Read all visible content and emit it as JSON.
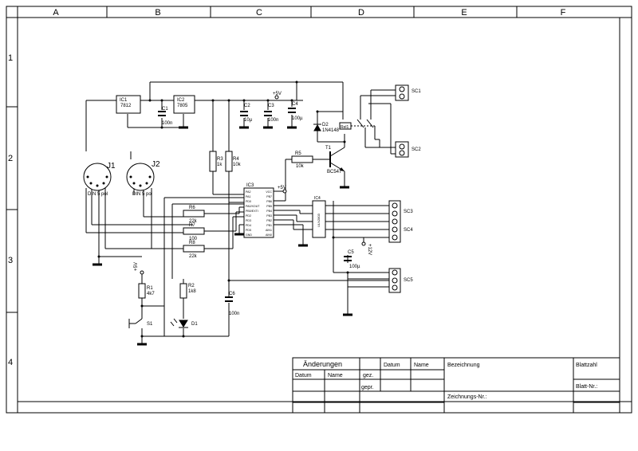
{
  "frame": {
    "columns": [
      "A",
      "B",
      "C",
      "D",
      "E",
      "F"
    ],
    "rows": [
      "1",
      "2",
      "3",
      "4"
    ]
  },
  "components": {
    "ic1": {
      "ref": "IC1",
      "value": "7812"
    },
    "ic2": {
      "ref": "IC2",
      "value": "7805"
    },
    "c1": {
      "ref": "C1",
      "value": "100n"
    },
    "c2": {
      "ref": "C2",
      "value": "10µ"
    },
    "c3": {
      "ref": "C3",
      "value": "100n"
    },
    "c4": {
      "ref": "C4",
      "value": "100µ"
    },
    "c5": {
      "ref": "C5",
      "value": "100µ"
    },
    "c6": {
      "ref": "C6",
      "value": "100n"
    },
    "r1": {
      "ref": "R1",
      "value": "4k7"
    },
    "r2": {
      "ref": "R2",
      "value": "1k8"
    },
    "r3": {
      "ref": "R3",
      "value": "1k"
    },
    "r4": {
      "ref": "R4",
      "value": "10k"
    },
    "r5": {
      "ref": "R5",
      "value": "10k"
    },
    "r6": {
      "ref": "R6",
      "value": "22k"
    },
    "r7": {
      "ref": "R7",
      "value": "100"
    },
    "r8": {
      "ref": "R8",
      "value": "22k"
    },
    "d1": {
      "ref": "D1"
    },
    "d2": {
      "ref": "D2",
      "value": "1N4148"
    },
    "t1": {
      "ref": "T1",
      "value": "BC547"
    },
    "rel1": {
      "ref": "Rel1"
    },
    "j1": {
      "ref": "J1",
      "value": "DIN 5 pol"
    },
    "j2": {
      "ref": "J2",
      "value": "DIN 5 pol"
    },
    "ic3": {
      "ref": "IC3"
    },
    "ic4": {
      "ref": "IC4",
      "value": "ULN2803"
    },
    "s1": {
      "ref": "S1"
    },
    "sc1": {
      "ref": "SC1"
    },
    "sc2": {
      "ref": "SC2"
    },
    "sc3": {
      "ref": "SC3"
    },
    "sc4": {
      "ref": "SC4"
    },
    "sc5": {
      "ref": "SC5"
    }
  },
  "supply": {
    "plus5v": "+5V",
    "plus12v": "+12V"
  },
  "ic3_pins_left": [
    "PA2",
    "PA1",
    "PD0",
    "PA0/XOUT",
    "PB0/EXTI",
    "PD2",
    "PD3",
    "PD4",
    "PD5",
    "GND"
  ],
  "ic3_pins_right": [
    "VCC",
    "PB7",
    "PB6",
    "PB5",
    "PB4",
    "PB3",
    "PB2",
    "PB1",
    "AIN1",
    "AIN0"
  ],
  "title_block": {
    "changes": "Änderungen",
    "datum": "Datum",
    "name": "Name",
    "gez": "gez.",
    "gepr": "gepr.",
    "datum2": "Datum",
    "name2": "Name",
    "bezeichnung": "Bezeichnung",
    "zeichnungs_nr": "Zeichnungs-Nr.:",
    "blattzahl": "Blattzahl",
    "blatt_nr": "Blatt-Nr.:"
  }
}
